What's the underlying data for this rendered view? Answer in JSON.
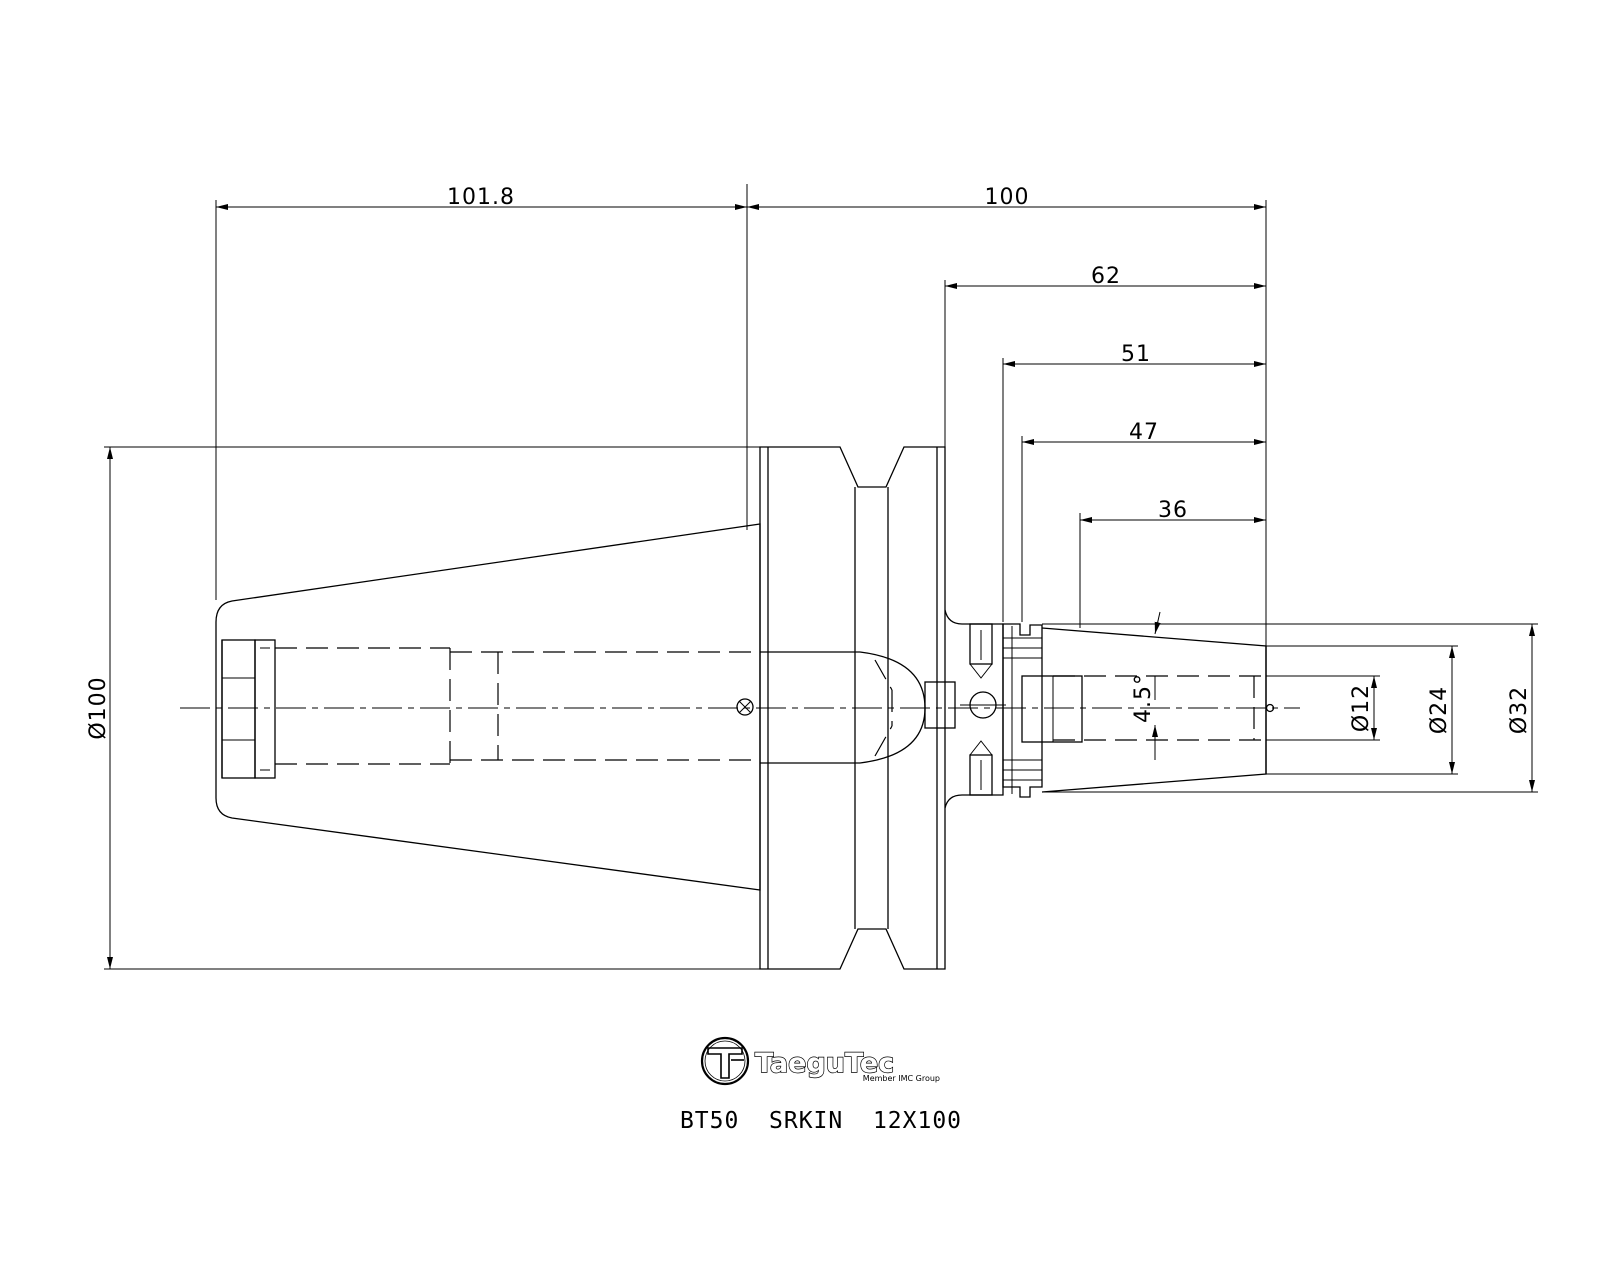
{
  "dimensions": {
    "gauge_length": "101.8",
    "projection": "100",
    "d62": "62",
    "d51": "51",
    "d47": "47",
    "d36": "36",
    "angle": "4.5°",
    "flange_diameter": "Ø100",
    "bore_diameter": "Ø12",
    "nose_diameter_small": "Ø24",
    "nose_diameter_large": "Ø32"
  },
  "logo": {
    "brand": "TaeguTec",
    "tagline": "Member IMC Group"
  },
  "caption": "BT50  SRKIN  12X100",
  "colors": {
    "ink": "#000000",
    "paper": "#ffffff"
  }
}
